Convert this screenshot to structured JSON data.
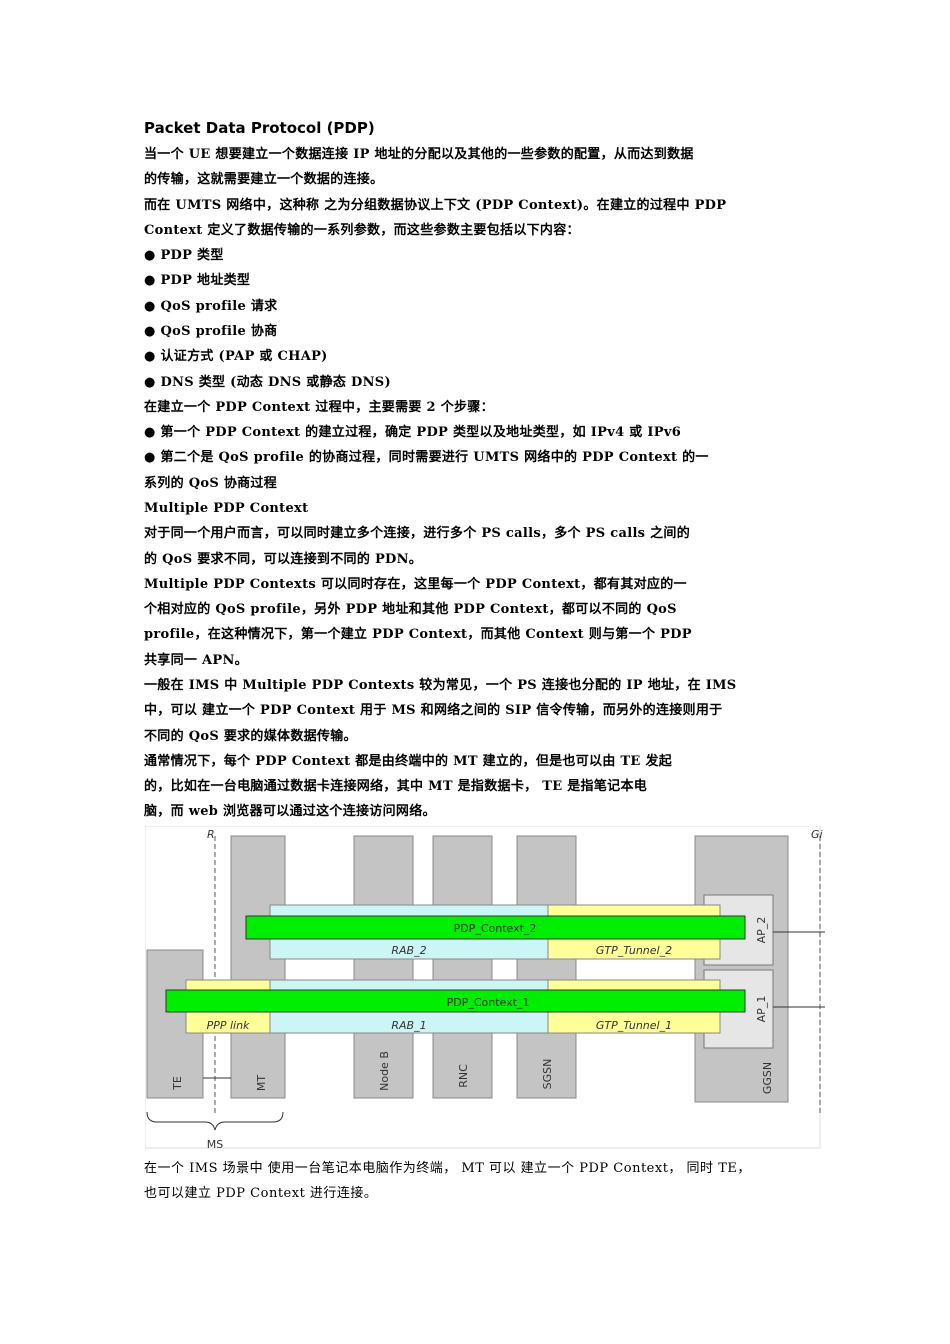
{
  "title": "Packet Data Protocol (PDP)",
  "paragraphs": [
    "当一个 UE 想要建立一个数据连接 IP 地址的分配以及其他的一些参数的配置，从而达到数据",
    "的传输，这就需要建立一个数据的连接。",
    "而在 UMTS 网络中，这种称 之为分组数据协议上下文 (PDP Context)。在建立的过程中 PDP",
    "Context 定义了数据传输的一系列参数，而这些参数主要包括以下内容：",
    "● PDP 类型",
    "● PDP 地址类型",
    "● QoS profile 请求",
    "● QoS profile 协商",
    "● 认证方式 (PAP 或 CHAP)",
    "● DNS 类型 (动态 DNS 或静态 DNS)",
    "在建立一个 PDP Context 过程中，主要需要 2 个步骤：",
    "● 第一个 PDP Context 的建立过程，确定 PDP 类型以及地址类型，如 IPv4 或 IPv6",
    "● 第二个是 QoS profile 的协商过程，同时需要进行 UMTS 网络中的 PDP Context 的一",
    "系列的 QoS 协商过程",
    "Multiple PDP Context",
    "对于同一个用户而言，可以同时建立多个连接，进行多个 PS calls，多个 PS calls 之间的",
    "的 QoS 要求不同，可以连接到不同的 PDN。",
    "Multiple PDP Contexts 可以同时存在，这里每一个 PDP Context，都有其对应的一",
    "个相对应的 QoS profile，另外 PDP 地址和其他 PDP Context，都可以不同的 QoS",
    "profile，在这种情况下，第一个建立 PDP Context，而其他 Context 则与第一个 PDP",
    "共享同一 APN。",
    "一般在 IMS 中 Multiple PDP Contexts 较为常见，一个 PS 连接也分配的 IP 地址，在 IMS",
    "中，可以 建立一个 PDP Context 用于 MS 和网络之间的 SIP 信令传输，而另外的连接则用于",
    "不同的 QoS 要求的媒体数据传输。",
    "通常情况下，每个 PDP Context 都是由终端中的 MT 建立的，但是也可以由 TE 发起",
    "的，比如在一台电脑通过数据卡连接网络，其中 MT 是指数据卡， TE 是指笔记本电",
    "脑，而 web 浏览器可以通过这个连接访问网络。"
  ],
  "diagram": {
    "ref_left": "R",
    "ref_right": "Gi",
    "nodes": [
      "TE",
      "MT",
      "Node B",
      "RNC",
      "SGSN",
      "GGSN"
    ],
    "ap": [
      "AP_2",
      "AP_1"
    ],
    "context2": {
      "pdp": "PDP_Context_2",
      "rab": "RAB_2",
      "gtp": "GTP_Tunnel_2"
    },
    "context1": {
      "pdp": "PDP_Context_1",
      "ppp": "PPP link",
      "rab": "RAB_1",
      "gtp": "GTP_Tunnel_1"
    },
    "ms": "MS",
    "colors": {
      "green": "#00ee00",
      "cyan": "#ccf5f5",
      "yellow": "#ffff99",
      "node": "#c4c4c4"
    }
  },
  "caption": [
    "在一个 IMS 场景中 使用一台笔记本电脑作为终端， MT 可以 建立一个 PDP Context， 同时 TE，",
    "也可以建立 PDP Context 进行连接。"
  ]
}
